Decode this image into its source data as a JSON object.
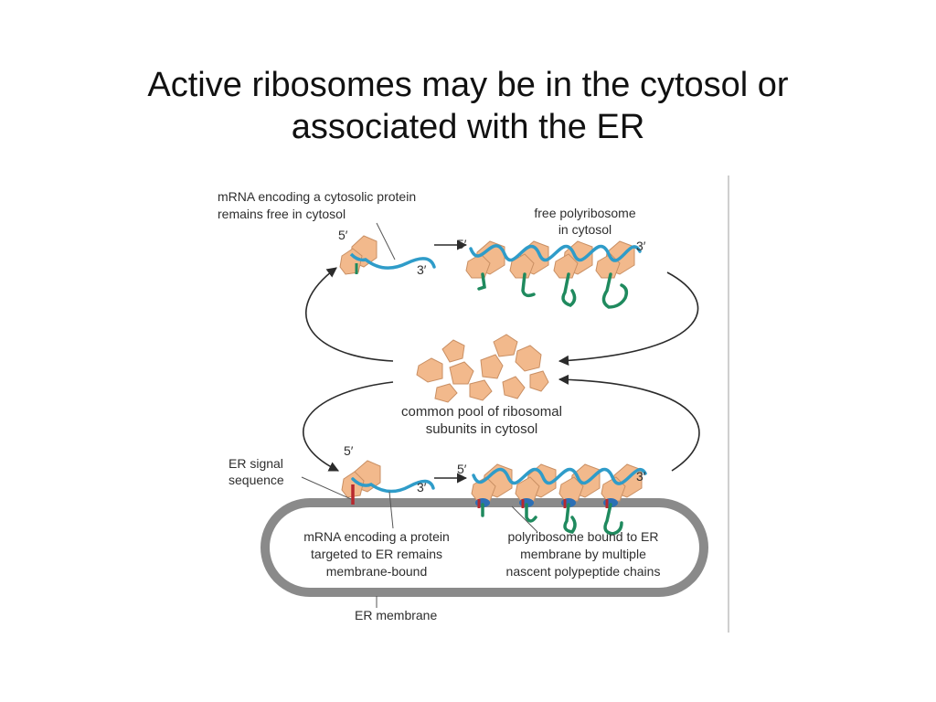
{
  "slide": {
    "title_line1": "Active ribosomes may be in the cytosol or",
    "title_line2": "associated with the ER"
  },
  "figure": {
    "labels": {
      "cyto_mrna_line1": "mRNA encoding a cytosolic protein",
      "cyto_mrna_line2": "remains free in cytosol",
      "free_poly_line1": "free polyribosome",
      "free_poly_line2": "in cytosol",
      "pool_line1": "common pool of ribosomal",
      "pool_line2": "subunits in cytosol",
      "er_signal_line1": "ER signal",
      "er_signal_line2": "sequence",
      "er_mrna_line1": "mRNA encoding a protein",
      "er_mrna_line2": "targeted to ER remains",
      "er_mrna_line3": "membrane-bound",
      "bound_poly_line1": "polyribosome bound to ER",
      "bound_poly_line2": "membrane by multiple",
      "bound_poly_line3": "nascent polypeptide chains",
      "er_membrane": "ER membrane"
    },
    "ends": {
      "five": "5′",
      "three": "3′"
    },
    "colors": {
      "ribosome": "#f2b98c",
      "ribosome_edge": "#c98f63",
      "mrna": "#2f9cc9",
      "polypeptide": "#1f8a5e",
      "signal": "#b7282e",
      "membrane": "#8a8a8a",
      "translocon": "#2c6fb5",
      "arrow": "#2b2b2b"
    }
  }
}
